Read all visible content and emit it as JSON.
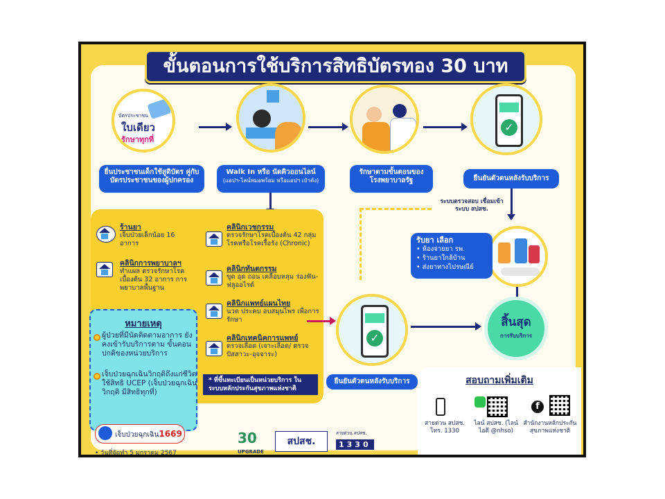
{
  "title": "ขั้นตอนการใช้บริการสิทธิบัตรทอง 30 บาท",
  "step1": {
    "card_small": "บัตรประชาชน",
    "card_big": "ใบเดียว",
    "card_sub": "รักษาทุกที่",
    "label": "ยื่นประชาชนเด็กใช้สูติบัตร คู่กับบัตรประชาชนของผู้ปกครอง"
  },
  "step2": {
    "label": "Walk In หรือ นัดคิวออนไลน์",
    "sublabel": "(แอปฯ-ไลน์หมอพร้อม หรือแอปฯ เป๋าตัง)"
  },
  "step3": {
    "label": "รักษาตามขั้นตอนของ โรงพยาบาลรัฐ"
  },
  "step4": {
    "label": "ยืนยันตัวตนหลังรับบริการ"
  },
  "system_note": "ระบบตรวจสอบ เชื่อมเข้าระบบ สปสช.",
  "medicine": {
    "title": "รับยา  เลือก",
    "options": [
      "ห้องจ่ายยา รพ.",
      "ร้านยาใกล้บ้าน",
      "ส่งยาทางไปรษณีย์"
    ]
  },
  "end": {
    "title": "สิ้นสุด",
    "sub": "การรับบริการ"
  },
  "verify2": "ยืนยันตัวตนหลังรับบริการ",
  "services_left": [
    {
      "name": "ร้านยา",
      "desc": "เจ็บป่วยเล็กน้อย 16 อาการ"
    },
    {
      "name": "คลินิกการพยาบาลฯ",
      "desc": "ทำแผล ตรวจรักษาโรค เบื้องต้น 32 อาการ การพยาบาลพื้นฐาน"
    }
  ],
  "services_right": [
    {
      "name": "คลินิกเวชกรรม",
      "desc": "ตรวจรักษาโรคเบื้องต้น 42 กลุ่มโรคหรือโรคเรื้อรัง (Chronic)"
    },
    {
      "name": "คลินิกทันตกรรม",
      "desc": "ขูด อุด ถอน เคลือบหลุม ร่องฟัน-ฟลูออไรด์"
    },
    {
      "name": "คลินิกแพทย์แผนไทย",
      "desc": "นวด ประคบ อบสมุนไพร เพื่อการรักษา"
    },
    {
      "name": "คลินิกเทคนิคการแพทย์",
      "desc": "ตรวจเลือด (เจาะเลือด/ ตรวจปัสสาวะ-อุจจาระ)"
    }
  ],
  "registered_note": "* ที่ขึ้นทะเบียนเป็นหน่วยบริการ ในระบบหลักประกันสุขภาพแห่งชาติ",
  "note": {
    "title": "หมายเหตุ",
    "item1": "ผู้ป่วยที่มีนัดติดตามอาการ ยังคงเข้ารับบริการตาม ขั้นตอนปกติของหน่วยบริการ",
    "item2": "เจ็บป่วยฉุกเฉินวิกฤติถึงแก่ชีวิต ใช้สิทธิ UCEP (เจ็บป่วยฉุกเฉินวิกฤติ มีสิทธิทุกที่)"
  },
  "emergency": {
    "label": "เจ็บป่วยฉุกเฉิน",
    "number": "1669"
  },
  "date": "• วันที่จัดทำ 5 มกราคม 2567",
  "contact": {
    "title": "สอบถามเพิ่มเติม",
    "hotline": "สายด่วน สปสช. โทร. 1330",
    "line": "ไลน์ สปสช. (ไลน์ไอดี @nhso)",
    "facebook": "สำนักงานหลักประกัน สุขภาพแห่งชาติ"
  },
  "logos": {
    "upgrade": "UPGRADE",
    "nhso": "สปสช.",
    "hotline_label": "สายด่วน สปสช.",
    "hotline_number": "1330"
  },
  "colors": {
    "navy": "#1e2a78",
    "yellow": "#f9cf2e",
    "blue": "#1e5bd8",
    "mint": "#4cd9a8",
    "cyan": "#7fe3e8"
  }
}
